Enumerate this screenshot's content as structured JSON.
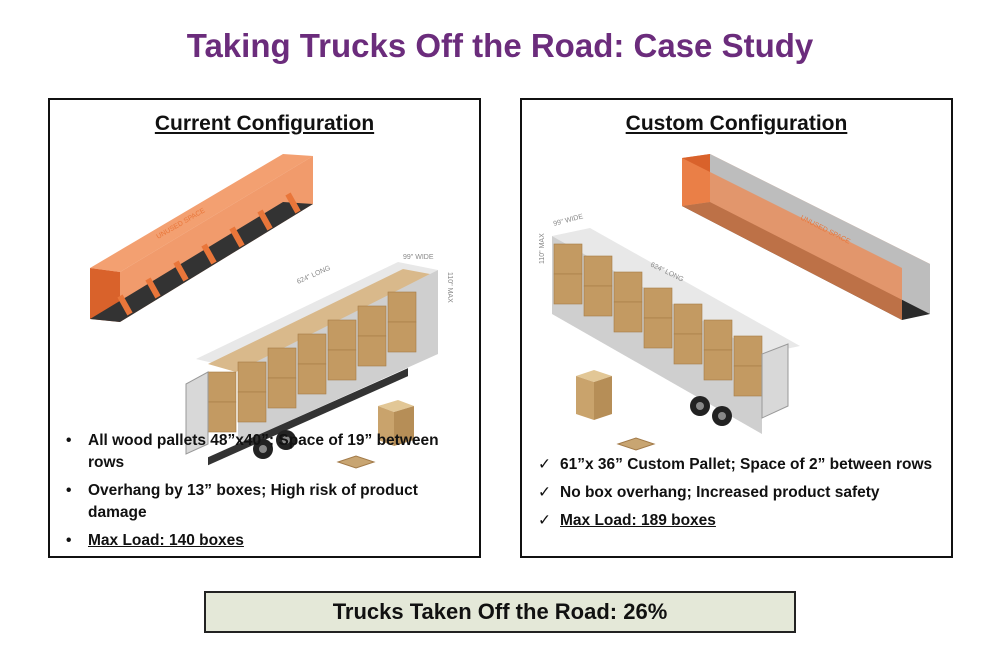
{
  "title": "Taking Trucks Off the Road: Case Study",
  "left_panel": {
    "heading": "Current Configuration",
    "labels": {
      "unused": "UNUSED SPACE",
      "wide": "99\" WIDE",
      "long": "624\" LONG",
      "max": "110\" MAX"
    },
    "bullets": [
      {
        "mark": "•",
        "text": "All wood pallets 48”x40”; Space of 19” between rows"
      },
      {
        "mark": "•",
        "text": "Overhang by 13” boxes; High risk of product damage"
      },
      {
        "mark": "•",
        "text": "Max Load: 140 boxes",
        "underline": true
      }
    ]
  },
  "right_panel": {
    "heading": "Custom Configuration",
    "labels": {
      "unused": "UNUSED SPACE",
      "wide": "99\" WIDE",
      "long": "624\" LONG",
      "max": "110\" MAX"
    },
    "bullets": [
      {
        "mark": "✓",
        "text": "61”x 36” Custom Pallet; Space of 2” between rows"
      },
      {
        "mark": "✓",
        "text": "No box overhang; Increased product safety"
      },
      {
        "mark": "✓",
        "text": "Max Load: 189 boxes",
        "underline": true
      }
    ]
  },
  "summary": "Trucks Taken Off the Road: 26%",
  "colors": {
    "title": "#6b2c7c",
    "orange": "#e9763a",
    "box": "#c8a572",
    "summary_bg": "#e4e8d8"
  }
}
